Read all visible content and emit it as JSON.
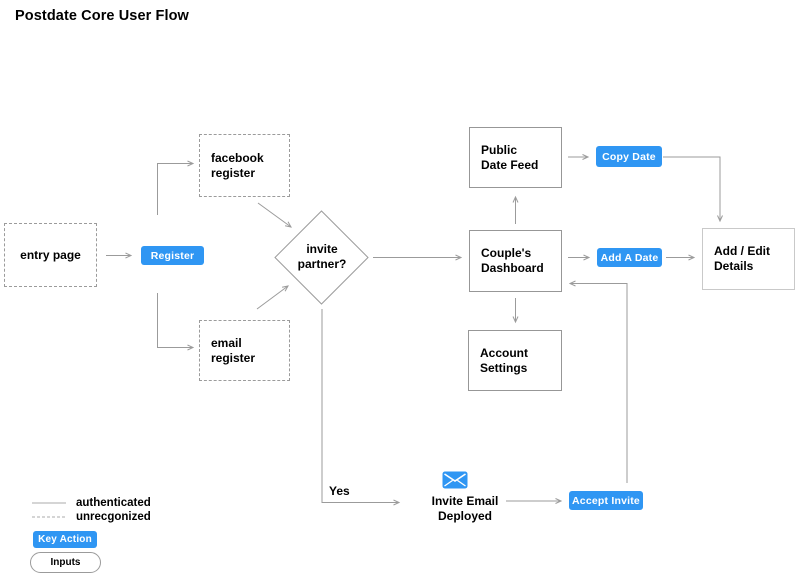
{
  "title": "Postdate Core User Flow",
  "colors": {
    "accent_blue": "#2F96F3",
    "connector_gray": "#9B9B9B",
    "box_border": "#979797"
  },
  "nodes": {
    "entry_page": {
      "label": "entry page"
    },
    "facebook_register": {
      "label": "facebook\nregister"
    },
    "email_register": {
      "label": "email\nregister"
    },
    "invite_partner": {
      "label": "invite\npartner?"
    },
    "public_date_feed": {
      "label": "Public\nDate Feed"
    },
    "couples_dashboard": {
      "label": "Couple's\nDashboard"
    },
    "account_settings": {
      "label": "Account\nSettings"
    },
    "add_edit_details": {
      "label": "Add / Edit\nDetails"
    },
    "invite_email_deployed": {
      "label": "Invite Email\nDeployed"
    }
  },
  "buttons": {
    "register": "Register",
    "copy_date": "Copy Date",
    "add_a_date": "Add A Date",
    "accept_invite": "Accept Invite"
  },
  "labels": {
    "yes": "Yes"
  },
  "legend": {
    "authenticated": "authenticated",
    "unrecognized": "unrecgonized",
    "key_action": "Key Action",
    "inputs": "Inputs"
  },
  "icons": {
    "invite_email": "envelope-icon"
  }
}
